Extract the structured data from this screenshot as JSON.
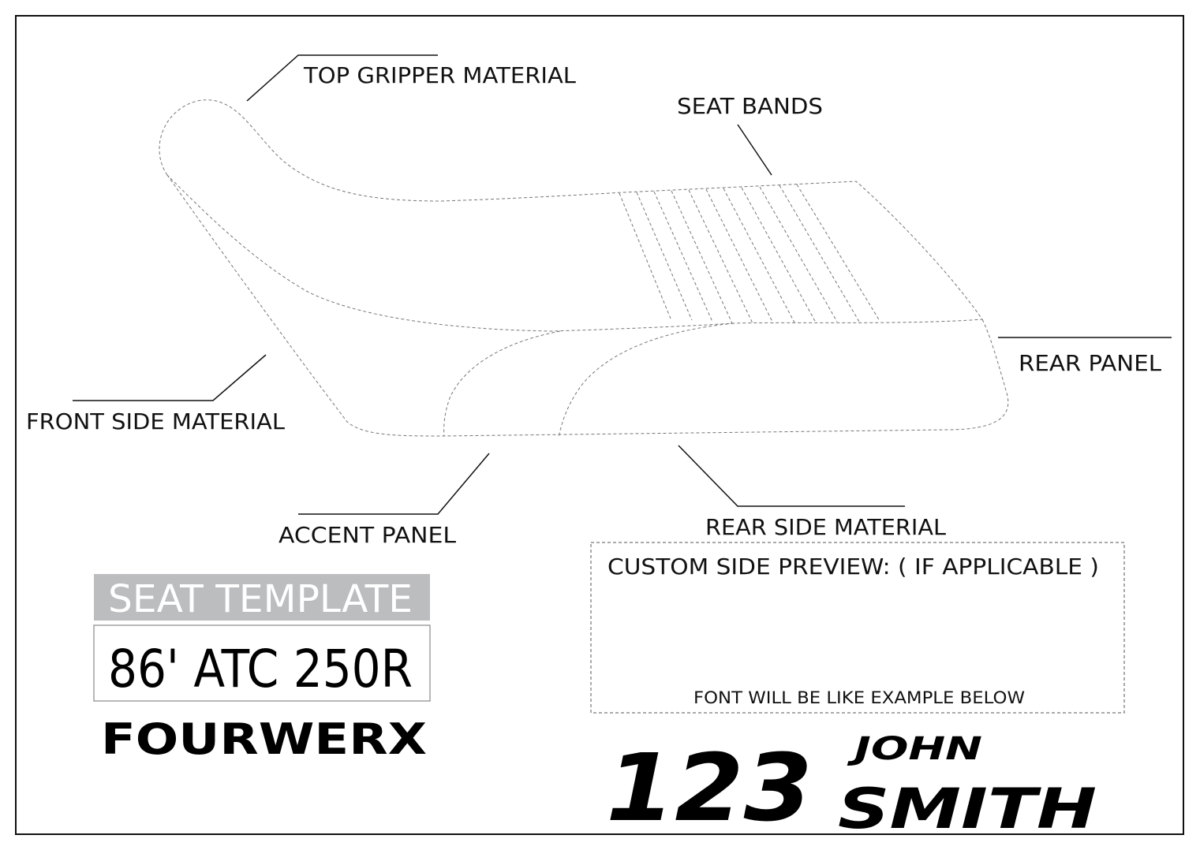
{
  "labels": {
    "top_gripper": "TOP GRIPPER MATERIAL",
    "seat_bands": "SEAT BANDS",
    "rear_panel": "REAR PANEL",
    "front_side": "FRONT SIDE MATERIAL",
    "accent_panel": "ACCENT PANEL",
    "rear_side": "REAR SIDE MATERIAL"
  },
  "template": {
    "heading": "SEAT TEMPLATE",
    "model": "86' ATC 250R",
    "heading_bg": "#bcbdbf"
  },
  "logo": "FOURWERX",
  "preview": {
    "title": "CUSTOM SIDE PREVIEW: ( IF APPLICABLE )",
    "note": "FONT WILL BE LIKE EXAMPLE BELOW"
  },
  "example": {
    "number": "123",
    "first_name": "JOHN",
    "last_name": "SMITH"
  }
}
